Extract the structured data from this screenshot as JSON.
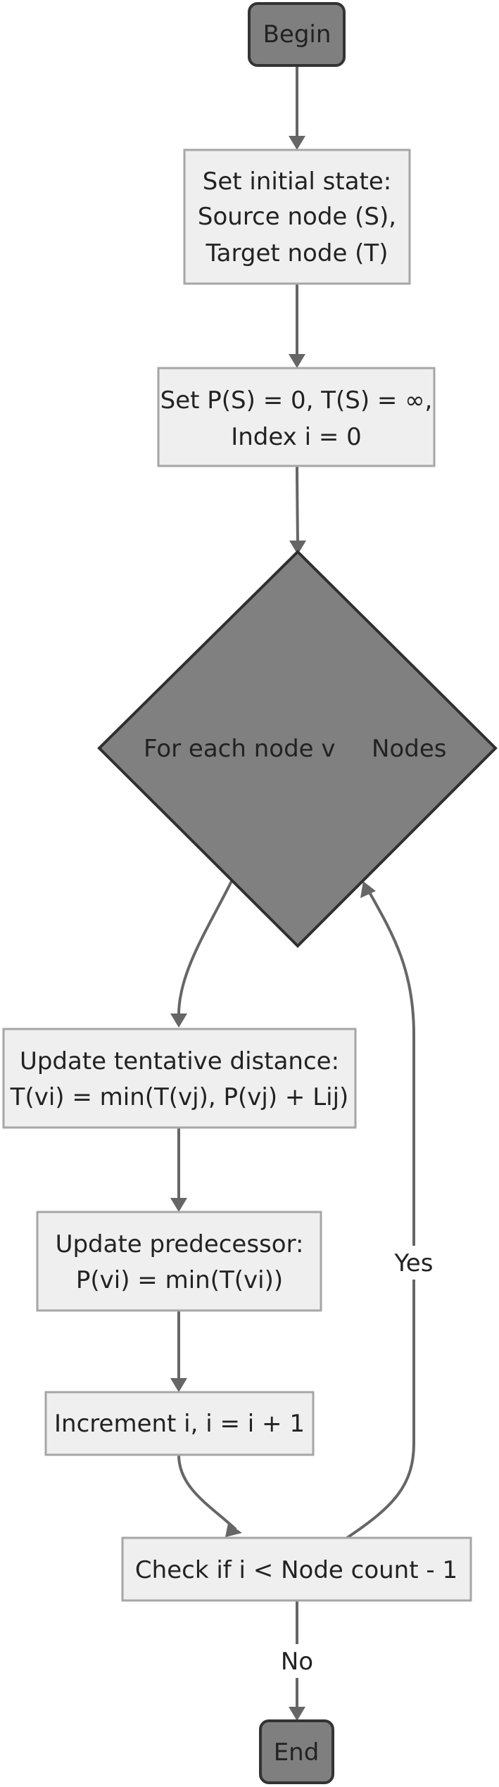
{
  "colors": {
    "box_fill": "#efefef",
    "box_stroke": "#a6a6a6",
    "terminal_fill": "#7f7f7f",
    "terminal_stroke": "#333333",
    "decision_fill": "#808080",
    "decision_stroke": "#2f2f2f",
    "edge": "#666666",
    "text": "#222222"
  },
  "nodes": {
    "begin": {
      "label": "Begin"
    },
    "init": {
      "lines": [
        "Set initial state:",
        "Source node (S),",
        "Target node (T)"
      ]
    },
    "set_values": {
      "lines": [
        "Set P(S) = 0, T(S) = ∞,",
        "Index i = 0"
      ]
    },
    "loop": {
      "label": "For each node v",
      "label2": "Nodes"
    },
    "update_distance": {
      "lines": [
        "Update tentative distance:",
        "T(vi) = min(T(vj), P(vj) + Lij)"
      ]
    },
    "update_predecessor": {
      "lines": [
        "Update predecessor:",
        "P(vi) = min(T(vi))"
      ]
    },
    "increment": {
      "label": "Increment i, i = i + 1"
    },
    "check": {
      "label": "Check if i < Node count - 1"
    },
    "end": {
      "label": "End"
    }
  },
  "edge_labels": {
    "yes": "Yes",
    "no": "No"
  }
}
